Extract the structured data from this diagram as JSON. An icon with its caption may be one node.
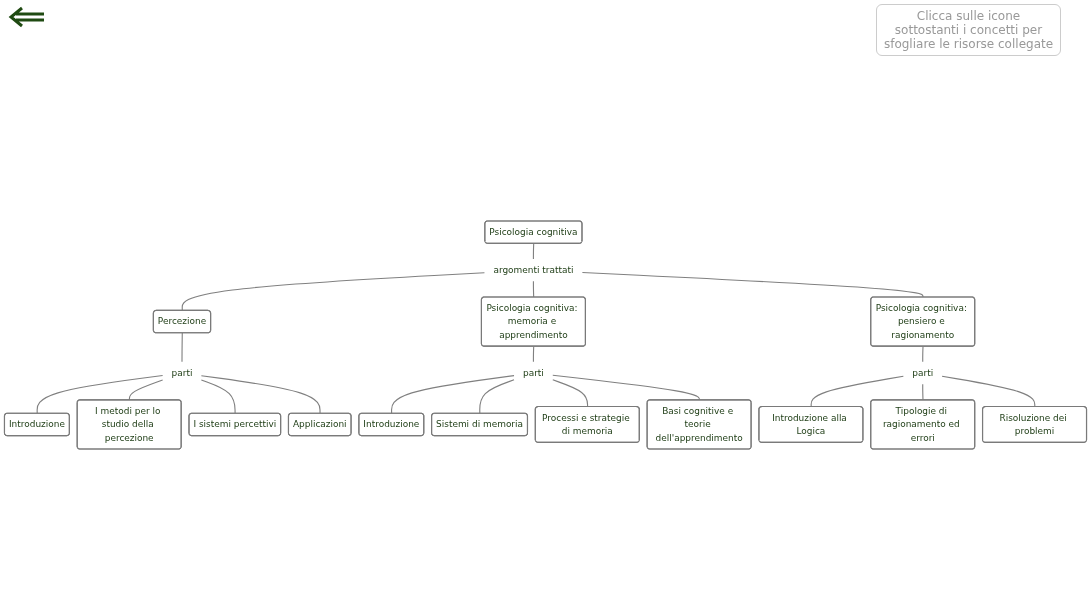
{
  "diagram": {
    "nodes": [
      {
        "text": [
          "Psicologia cognitiva"
        ]
      },
      {
        "text": [
          "argomenti trattati"
        ]
      },
      {
        "text": [
          "Percezione"
        ]
      },
      {
        "text": [
          "Psicologia cognitiva: memoria e apprendimento"
        ]
      },
      {
        "text": [
          "Psicologia cognitiva: pensiero e ragionamento"
        ]
      },
      {
        "text": [
          "parti"
        ]
      },
      {
        "text": [
          "Introduzione"
        ]
      },
      {
        "text": [
          "I metodi per lo studio della percezione"
        ]
      },
      {
        "text": [
          "I sistemi percettivi"
        ]
      },
      {
        "text": [
          "Applicazioni"
        ]
      },
      {
        "text": [
          "parti"
        ]
      },
      {
        "text": [
          "Introduzione"
        ]
      },
      {
        "text": [
          "Sistemi di memoria"
        ]
      },
      {
        "text": [
          "Processi e strategie di memoria"
        ]
      },
      {
        "text": [
          "Basi cognitive e teorie dell'apprendimento"
        ]
      },
      {
        "text": [
          "parti"
        ]
      },
      {
        "text": [
          "Introduzione alla Logica"
        ]
      },
      {
        "text": [
          "Tipologie di ragionamento ed errori"
        ]
      },
      {
        "text": [
          "Risoluzione dei problemi"
        ]
      }
    ],
    "edges": [
      {
        "from": 0,
        "to": 1,
        "arrow": "none"
      },
      {
        "from": 1,
        "to": 2,
        "arrow": "none"
      },
      {
        "from": 1,
        "to": 3,
        "arrow": "none"
      },
      {
        "from": 1,
        "to": 4,
        "arrow": "none"
      },
      {
        "from": 2,
        "to": 5,
        "arrow": "none"
      },
      {
        "from": 5,
        "to": 6,
        "arrow": "none"
      },
      {
        "from": 5,
        "to": 7,
        "arrow": "none"
      },
      {
        "from": 5,
        "to": 8,
        "arrow": "none"
      },
      {
        "from": 5,
        "to": 9,
        "arrow": "none"
      },
      {
        "from": 3,
        "to": 10,
        "arrow": "none"
      },
      {
        "from": 10,
        "to": 11,
        "arrow": "none"
      },
      {
        "from": 10,
        "to": 12,
        "arrow": "none"
      },
      {
        "from": 10,
        "to": 13,
        "arrow": "none"
      },
      {
        "from": 10,
        "to": 14,
        "arrow": "none"
      },
      {
        "from": 4,
        "to": 15,
        "arrow": "none"
      },
      {
        "from": 15,
        "to": 16,
        "arrow": "none"
      },
      {
        "from": 15,
        "to": 17,
        "arrow": "none"
      },
      {
        "from": 15,
        "to": 18,
        "arrow": "none"
      }
    ],
    "labels": [
      "Clicca sulle icone sottostanti i concetti per sfogliare le risorse collegate"
    ]
  }
}
